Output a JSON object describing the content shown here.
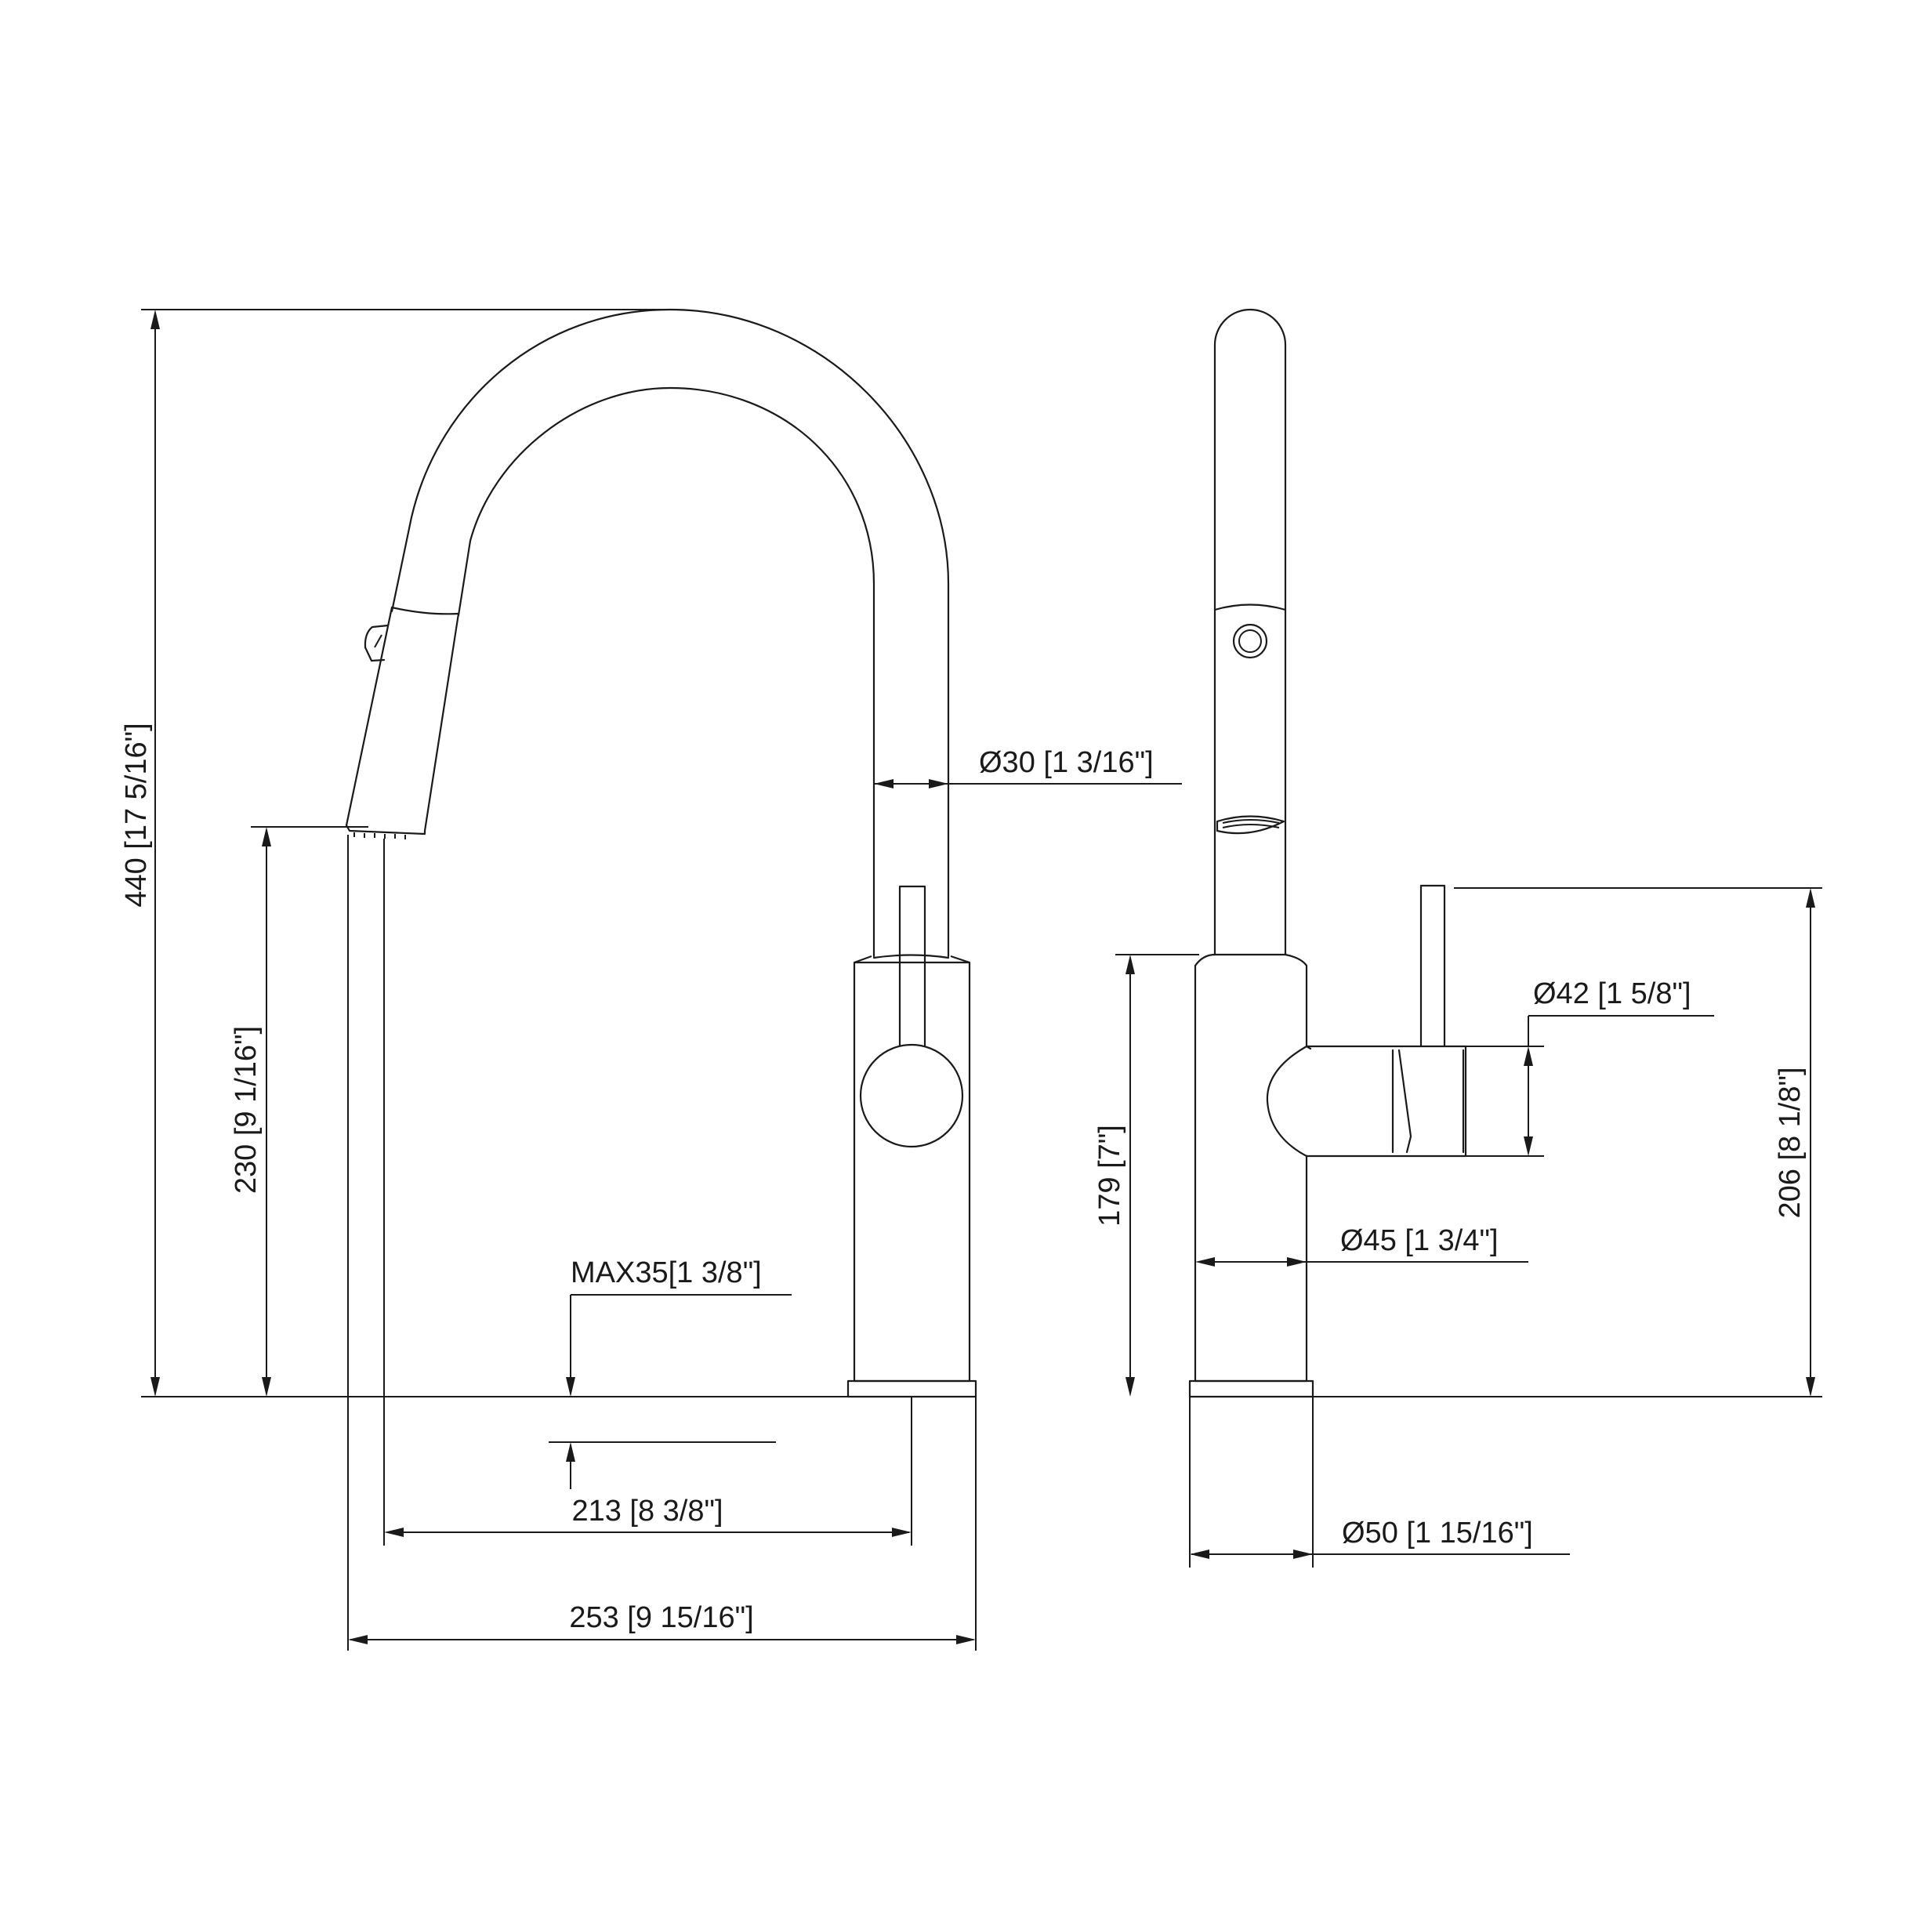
{
  "dimensions": {
    "overall_height": "440 [17 5/16\"]",
    "spout_clearance": "230 [9 1/16\"]",
    "spout_diameter": "Ø30 [1 3/16\"]",
    "deck_thickness": "MAX35[1 3/8\"]",
    "spout_reach": "213 [8 3/8\"]",
    "overall_depth": "253 [9 15/16\"]",
    "body_height": "179 [7\"]",
    "handle_diameter": "Ø42 [1 5/8\"]",
    "body_diameter": "Ø45 [1 3/4\"]",
    "handle_height": "206 [8 1/8\"]",
    "base_diameter": "Ø50 [1 15/16\"]"
  }
}
